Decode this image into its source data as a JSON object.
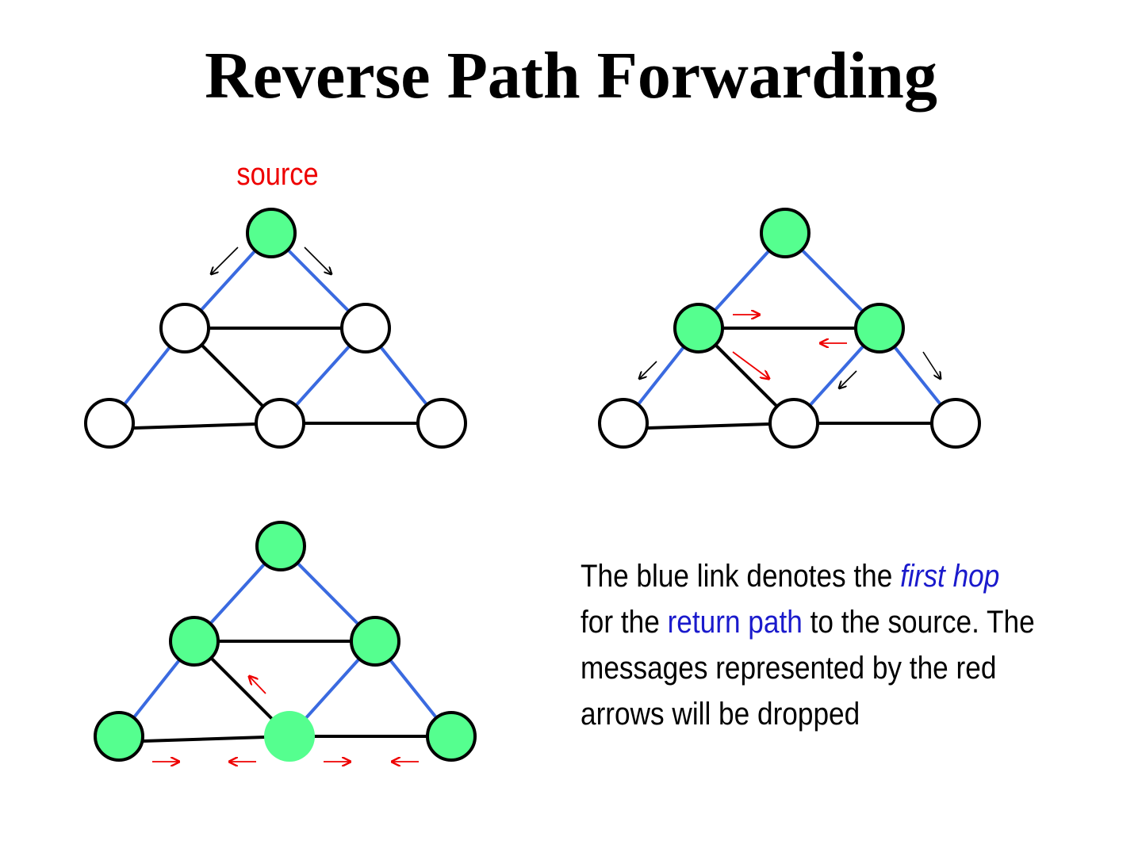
{
  "title": "Reverse Path Forwarding",
  "source_label": "source",
  "caption": {
    "line1_pre": "The blue link denotes the ",
    "line1_hl": "first hop",
    "line2_pre": "for the ",
    "line2_hl": "return path",
    "line2_post": " to the source. The",
    "line3": "messages represented by the red",
    "line4": "arrows will be dropped"
  },
  "colors": {
    "node_green": "#55ff8f",
    "node_white": "#ffffff",
    "blue_link": "#3a6ae0",
    "black_link": "#000000",
    "drop_arrow": "#ee0000",
    "forward_arrow": "#000000",
    "source_text": "#ee0000",
    "highlight_text": "#1a1acc"
  },
  "diagrams": [
    {
      "name": "step-1",
      "green_nodes": [
        "top"
      ]
    },
    {
      "name": "step-2",
      "green_nodes": [
        "top",
        "mid-left",
        "mid-right"
      ]
    },
    {
      "name": "step-3",
      "green_nodes": [
        "top",
        "mid-left",
        "mid-right",
        "bottom-left",
        "bottom-center",
        "bottom-right"
      ]
    }
  ]
}
